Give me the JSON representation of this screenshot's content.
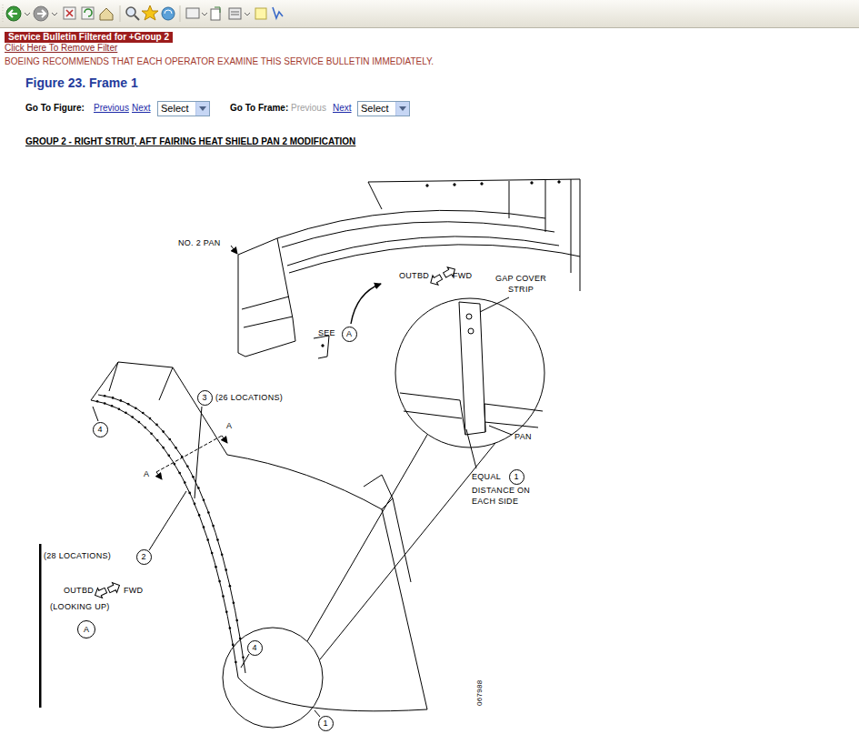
{
  "diagram": {
    "title": "Figure 23. Frame 1",
    "nodes": [
      {
        "text": [
          "Service Bulletin Filtered for +Group 2"
        ]
      },
      {
        "text": [
          "Select"
        ]
      },
      {
        "text": [
          "Select"
        ]
      },
      {
        "text": [
          "A"
        ]
      },
      {
        "text": [
          "3"
        ]
      },
      {
        "text": [
          "4"
        ]
      },
      {
        "text": [
          "1"
        ]
      },
      {
        "text": [
          "2"
        ]
      },
      {
        "text": [
          "A"
        ]
      },
      {
        "text": [
          "4"
        ]
      },
      {
        "text": [
          "1"
        ]
      }
    ],
    "labels": [
      "Click Here To Remove Filter",
      "BOEING RECOMMENDS THAT EACH OPERATOR EXAMINE THIS SERVICE BULLETIN IMMEDIATELY.",
      "Go To Figure:",
      "Previous",
      "Next",
      "Go To Frame:",
      "Previous",
      "Next",
      "GROUP 2 - RIGHT STRUT, AFT FAIRING HEAT SHIELD PAN 2 MODIFICATION",
      "NO. 2 PAN",
      "OUTBD",
      "FWD",
      "SEE",
      "GAP COVER STRIP",
      "PAN",
      "EQUAL",
      "DISTANCE ON EACH SIDE",
      "(26 LOCATIONS)",
      "A",
      "A",
      "(28 LOCATIONS)",
      "OUTBD",
      "FWD",
      "(LOOKING UP)",
      "067988"
    ]
  }
}
